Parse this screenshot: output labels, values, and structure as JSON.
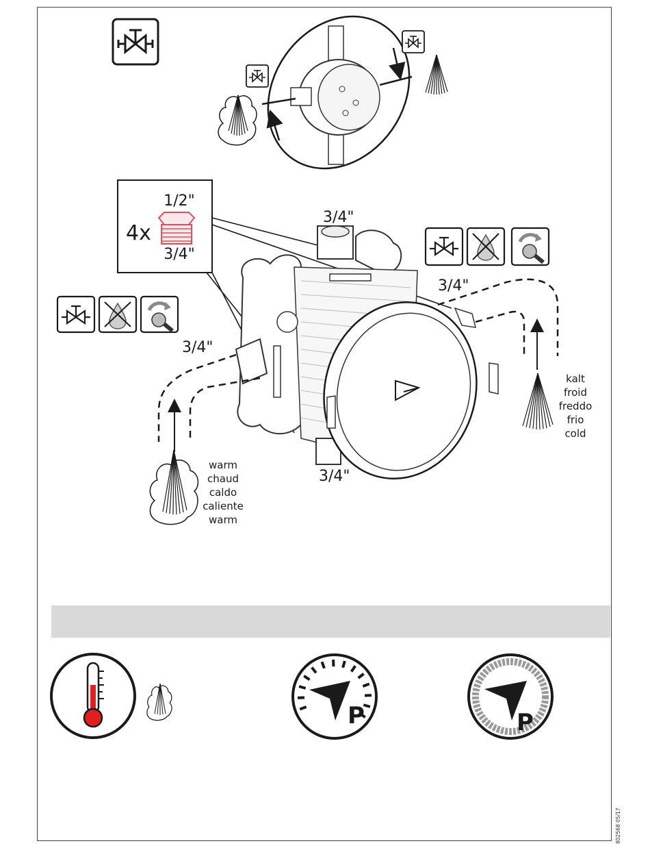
{
  "sizes": {
    "top_fitting": "3/4\"",
    "right_inlet": "3/4\"",
    "left_inlet": "3/4\"",
    "bottom_outlet": "3/4\""
  },
  "adapter": {
    "quantity": "4x",
    "size_top": "1/2\"",
    "size_bottom": "3/4\""
  },
  "cold_labels": [
    "kalt",
    "froid",
    "freddo",
    "frio",
    "cold"
  ],
  "warm_labels": [
    "warm",
    "chaud",
    "caldo",
    "caliente",
    "warm"
  ],
  "doc_id": "802568 05/17",
  "icons": {
    "valve": "valve-icon",
    "no_water": "no-water-drop-icon",
    "wrench": "wrench-icon",
    "thermometer": "thermometer-icon",
    "pressure": "pressure-gauge-icon"
  },
  "colors": {
    "adapter": "#e0505a",
    "thermometer": "#e02020",
    "band": "#d9d9d9",
    "line": "#1a1a1a"
  }
}
